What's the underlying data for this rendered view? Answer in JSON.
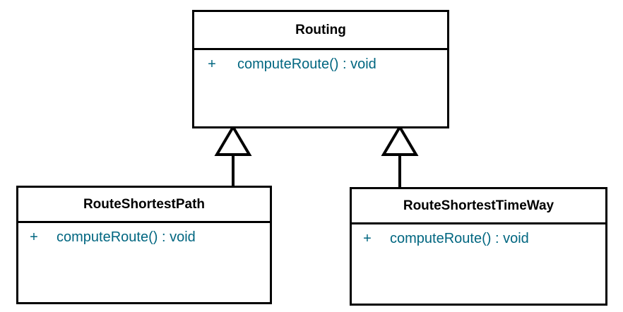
{
  "diagram": {
    "kind": "uml-class-diagram",
    "background_color": "#ffffff",
    "line_color": "#000000",
    "class_name_color": "#000000",
    "member_text_color": "#006680",
    "classes": [
      {
        "id": "routing",
        "name": "Routing",
        "role": "superclass",
        "members": [
          {
            "visibility": "+",
            "signature": "computeRoute() : void"
          }
        ]
      },
      {
        "id": "routeshortestpath",
        "name": "RouteShortestPath",
        "role": "subclass",
        "members": [
          {
            "visibility": "+",
            "signature": "computeRoute() : void"
          }
        ]
      },
      {
        "id": "routeshortesttimeway",
        "name": "RouteShortestTimeWay",
        "role": "subclass",
        "members": [
          {
            "visibility": "+",
            "signature": "computeRoute() : void"
          }
        ]
      }
    ],
    "relationships": [
      {
        "id": "gen-routeshortestpath-routing",
        "type": "generalization",
        "from": "RouteShortestPath",
        "to": "Routing",
        "arrowhead": "hollow-triangle"
      },
      {
        "id": "gen-routeshortesttimeway-routing",
        "type": "generalization",
        "from": "RouteShortestTimeWay",
        "to": "Routing",
        "arrowhead": "hollow-triangle"
      }
    ]
  }
}
